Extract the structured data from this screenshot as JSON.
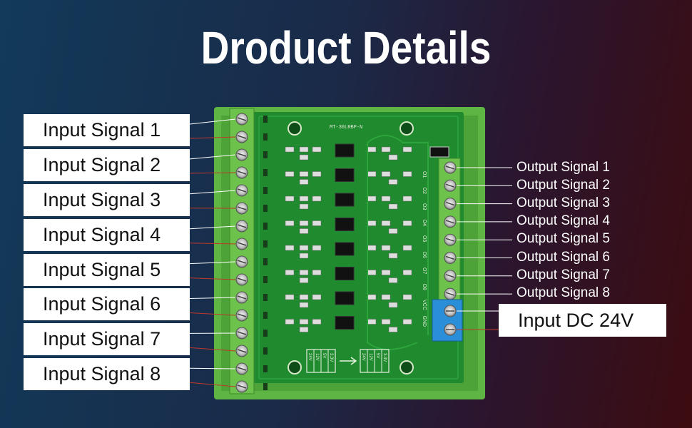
{
  "title": "Droduct Details",
  "inputs": [
    {
      "label": "Input Signal 1"
    },
    {
      "label": "Input Signal 2"
    },
    {
      "label": "Input Signal 3"
    },
    {
      "label": "Input Signal 4"
    },
    {
      "label": "Input Signal 5"
    },
    {
      "label": "Input Signal 6"
    },
    {
      "label": "Input Signal 7"
    },
    {
      "label": "Input Signal 8"
    }
  ],
  "outputs": [
    {
      "label": "Output Signal 1"
    },
    {
      "label": "Output Signal 2"
    },
    {
      "label": "Output Signal 3"
    },
    {
      "label": "Output Signal 4"
    },
    {
      "label": "Output Signal 5"
    },
    {
      "label": "Output Signal 6"
    },
    {
      "label": "Output Signal 7"
    },
    {
      "label": "Output Signal 8"
    }
  ],
  "power": {
    "label": "Input DC 24V"
  },
  "board": {
    "model_text": "MT-30LRBP-N",
    "terminal_labels": [
      "O1",
      "O2",
      "O3",
      "O4",
      "O5",
      "O6",
      "O7",
      "O8",
      "VCC",
      "GND"
    ],
    "voltage_left": [
      "24V",
      "12V",
      "5V",
      "3.3V"
    ],
    "voltage_right": [
      "24V",
      "12V",
      "5V",
      "3.3V"
    ]
  },
  "colors": {
    "pcb": "#1f8a2e",
    "terminal_block": "#6cc24a",
    "power_terminal": "#2a8fd8",
    "wire_white": "#ffffff",
    "wire_red": "#c0392b"
  }
}
